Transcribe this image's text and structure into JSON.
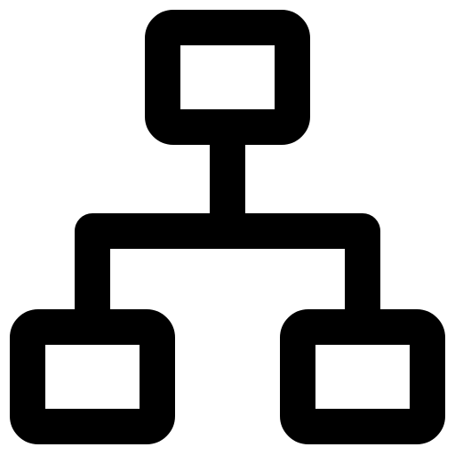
{
  "icon": {
    "name": "sitemap-icon",
    "stroke_color": "#000000",
    "fill_color": "#ffffff",
    "nodes": [
      "root-node",
      "left-child-node",
      "right-child-node"
    ]
  }
}
